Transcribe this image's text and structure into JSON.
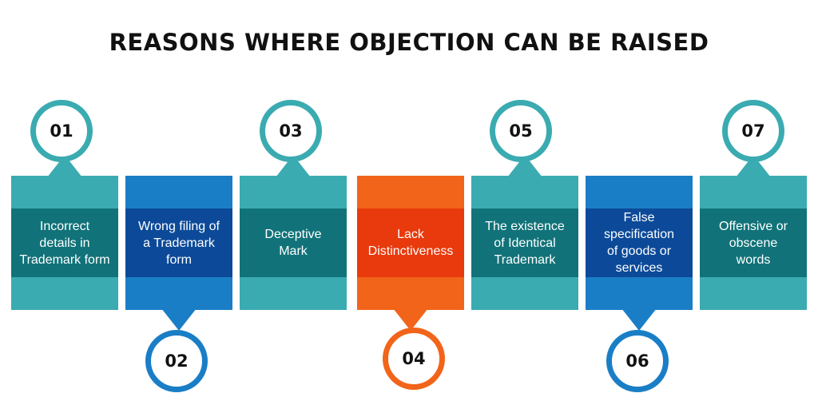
{
  "title": "REASONS WHERE OBJECTION CAN BE RAISED",
  "colors": {
    "teal": "#3aabb1",
    "teal_dark": "#117379",
    "blue": "#1a7ec6",
    "blue_dark": "#0c4a99",
    "orange": "#f26419",
    "orange_dark": "#e83a0d"
  },
  "steps": [
    {
      "number": "01",
      "text": "Incorrect\ndetails in\nTrademark form"
    },
    {
      "number": "02",
      "text": "Wrong filing of\na Trademark\nform"
    },
    {
      "number": "03",
      "text": "Deceptive\nMark"
    },
    {
      "number": "04",
      "text": "Lack\nDistinctiveness"
    },
    {
      "number": "05",
      "text": "The existence\nof Identical\nTrademark"
    },
    {
      "number": "06",
      "text": "False\nspecification\nof goods or\nservices"
    },
    {
      "number": "07",
      "text": "Offensive or\nobscene\nwords"
    }
  ]
}
